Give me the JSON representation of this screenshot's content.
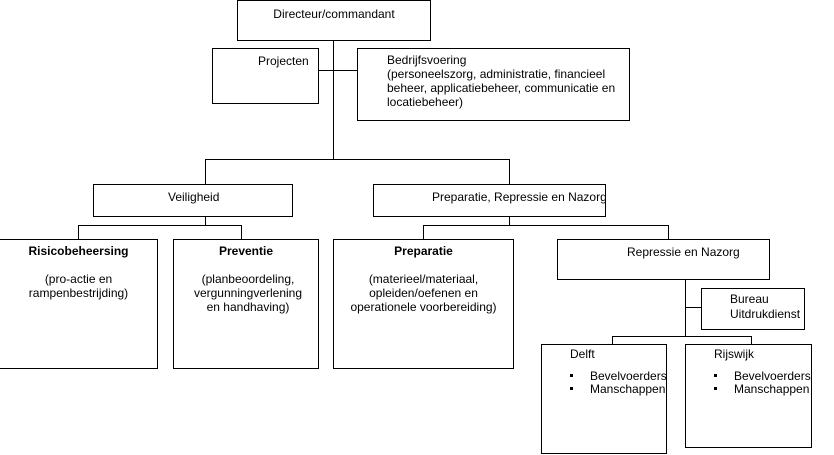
{
  "director": "Directeur/commandant",
  "projecten": "Projecten",
  "bedrijfsvoering": {
    "title": "Bedrijfsvoering",
    "lines": [
      "(personeelszorg, administratie, financieel",
      "beheer, applicatiebeheer, communicatie en",
      "locatiebeheer)"
    ]
  },
  "veiligheid": "Veiligheid",
  "prep_rep_nazorg": "Preparatie, Repressie en Nazorg",
  "risicobeheersing": {
    "title": "Risicobeheersing",
    "lines": [
      "(pro-actie en",
      "rampenbestrijding)"
    ]
  },
  "preventie": {
    "title": "Preventie",
    "lines": [
      "(planbeoordeling,",
      "vergunningverlening",
      "en handhaving)"
    ]
  },
  "preparatie": {
    "title": "Preparatie",
    "lines": [
      "(materieel/materiaal,",
      "opleiden/oefenen en",
      "operationele voorbereiding)"
    ]
  },
  "repressie_nazorg": "Repressie en Nazorg",
  "bureau": [
    "Bureau",
    "Uitdrukdienst"
  ],
  "delft": {
    "title": "Delft",
    "items": [
      "Bevelvoerders",
      "Manschappen"
    ]
  },
  "rijswijk": {
    "title": "Rijswijk",
    "items": [
      "Bevelvoerders",
      "Manschappen"
    ]
  }
}
